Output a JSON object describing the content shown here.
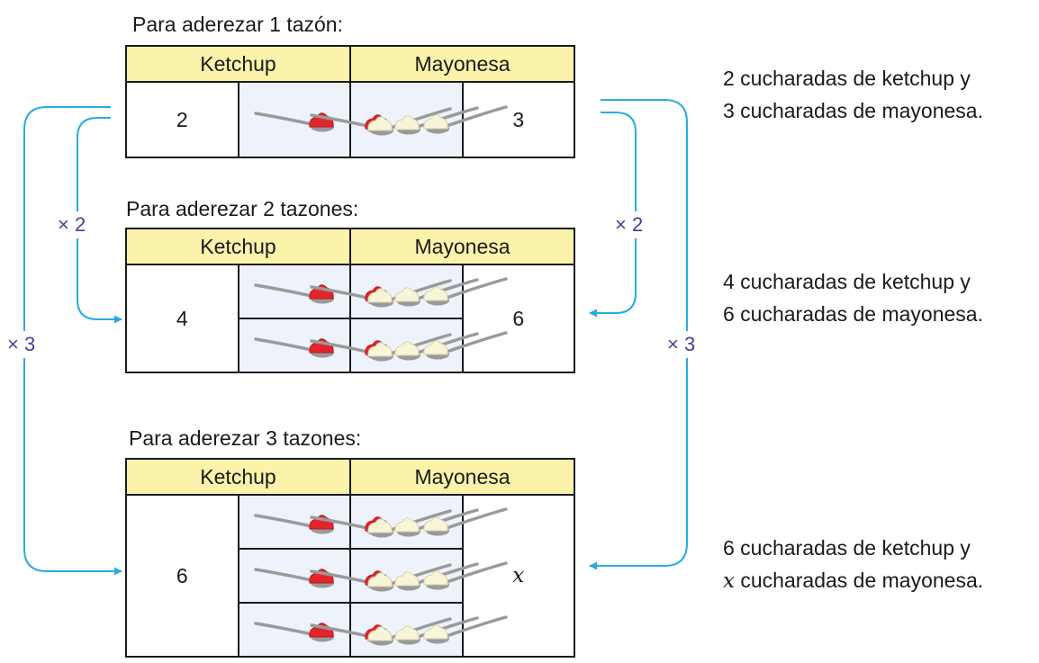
{
  "tables": [
    {
      "caption": "Para aderezar 1 tazón:",
      "headers": [
        "Ketchup",
        "Mayonesa"
      ],
      "ketchup_value": "2",
      "mayo_value": "3",
      "rows": 1,
      "description": [
        "2 cucharadas de ketchup y",
        "3 cucharadas de mayonesa."
      ]
    },
    {
      "caption": "Para aderezar 2 tazones:",
      "headers": [
        "Ketchup",
        "Mayonesa"
      ],
      "ketchup_value": "4",
      "mayo_value": "6",
      "rows": 2,
      "description": [
        "4 cucharadas de ketchup y",
        "6 cucharadas de mayonesa."
      ]
    },
    {
      "caption": "Para aderezar 3 tazones:",
      "headers": [
        "Ketchup",
        "Mayonesa"
      ],
      "ketchup_value": "6",
      "mayo_value": "x",
      "rows": 3,
      "description": [
        "6 cucharadas de ketchup y",
        "x",
        " cucharadas de mayonesa."
      ]
    }
  ],
  "multipliers": {
    "left_x2": "× 2",
    "left_x3": "× 3",
    "right_x2": "× 2",
    "right_x3": "× 3"
  },
  "colors": {
    "header_fill": "#fbf3a9",
    "arrow": "#29abe2",
    "multiplier_text": "#4a3d9a",
    "ketchup": "#e3242b",
    "mayonnaise": "#f7f4d7",
    "spoon": "#9a9a9a"
  },
  "icons": {
    "ketchup_cell": "ketchup-spoons-icon",
    "mayo_cell": "mayonnaise-spoons-icon"
  }
}
